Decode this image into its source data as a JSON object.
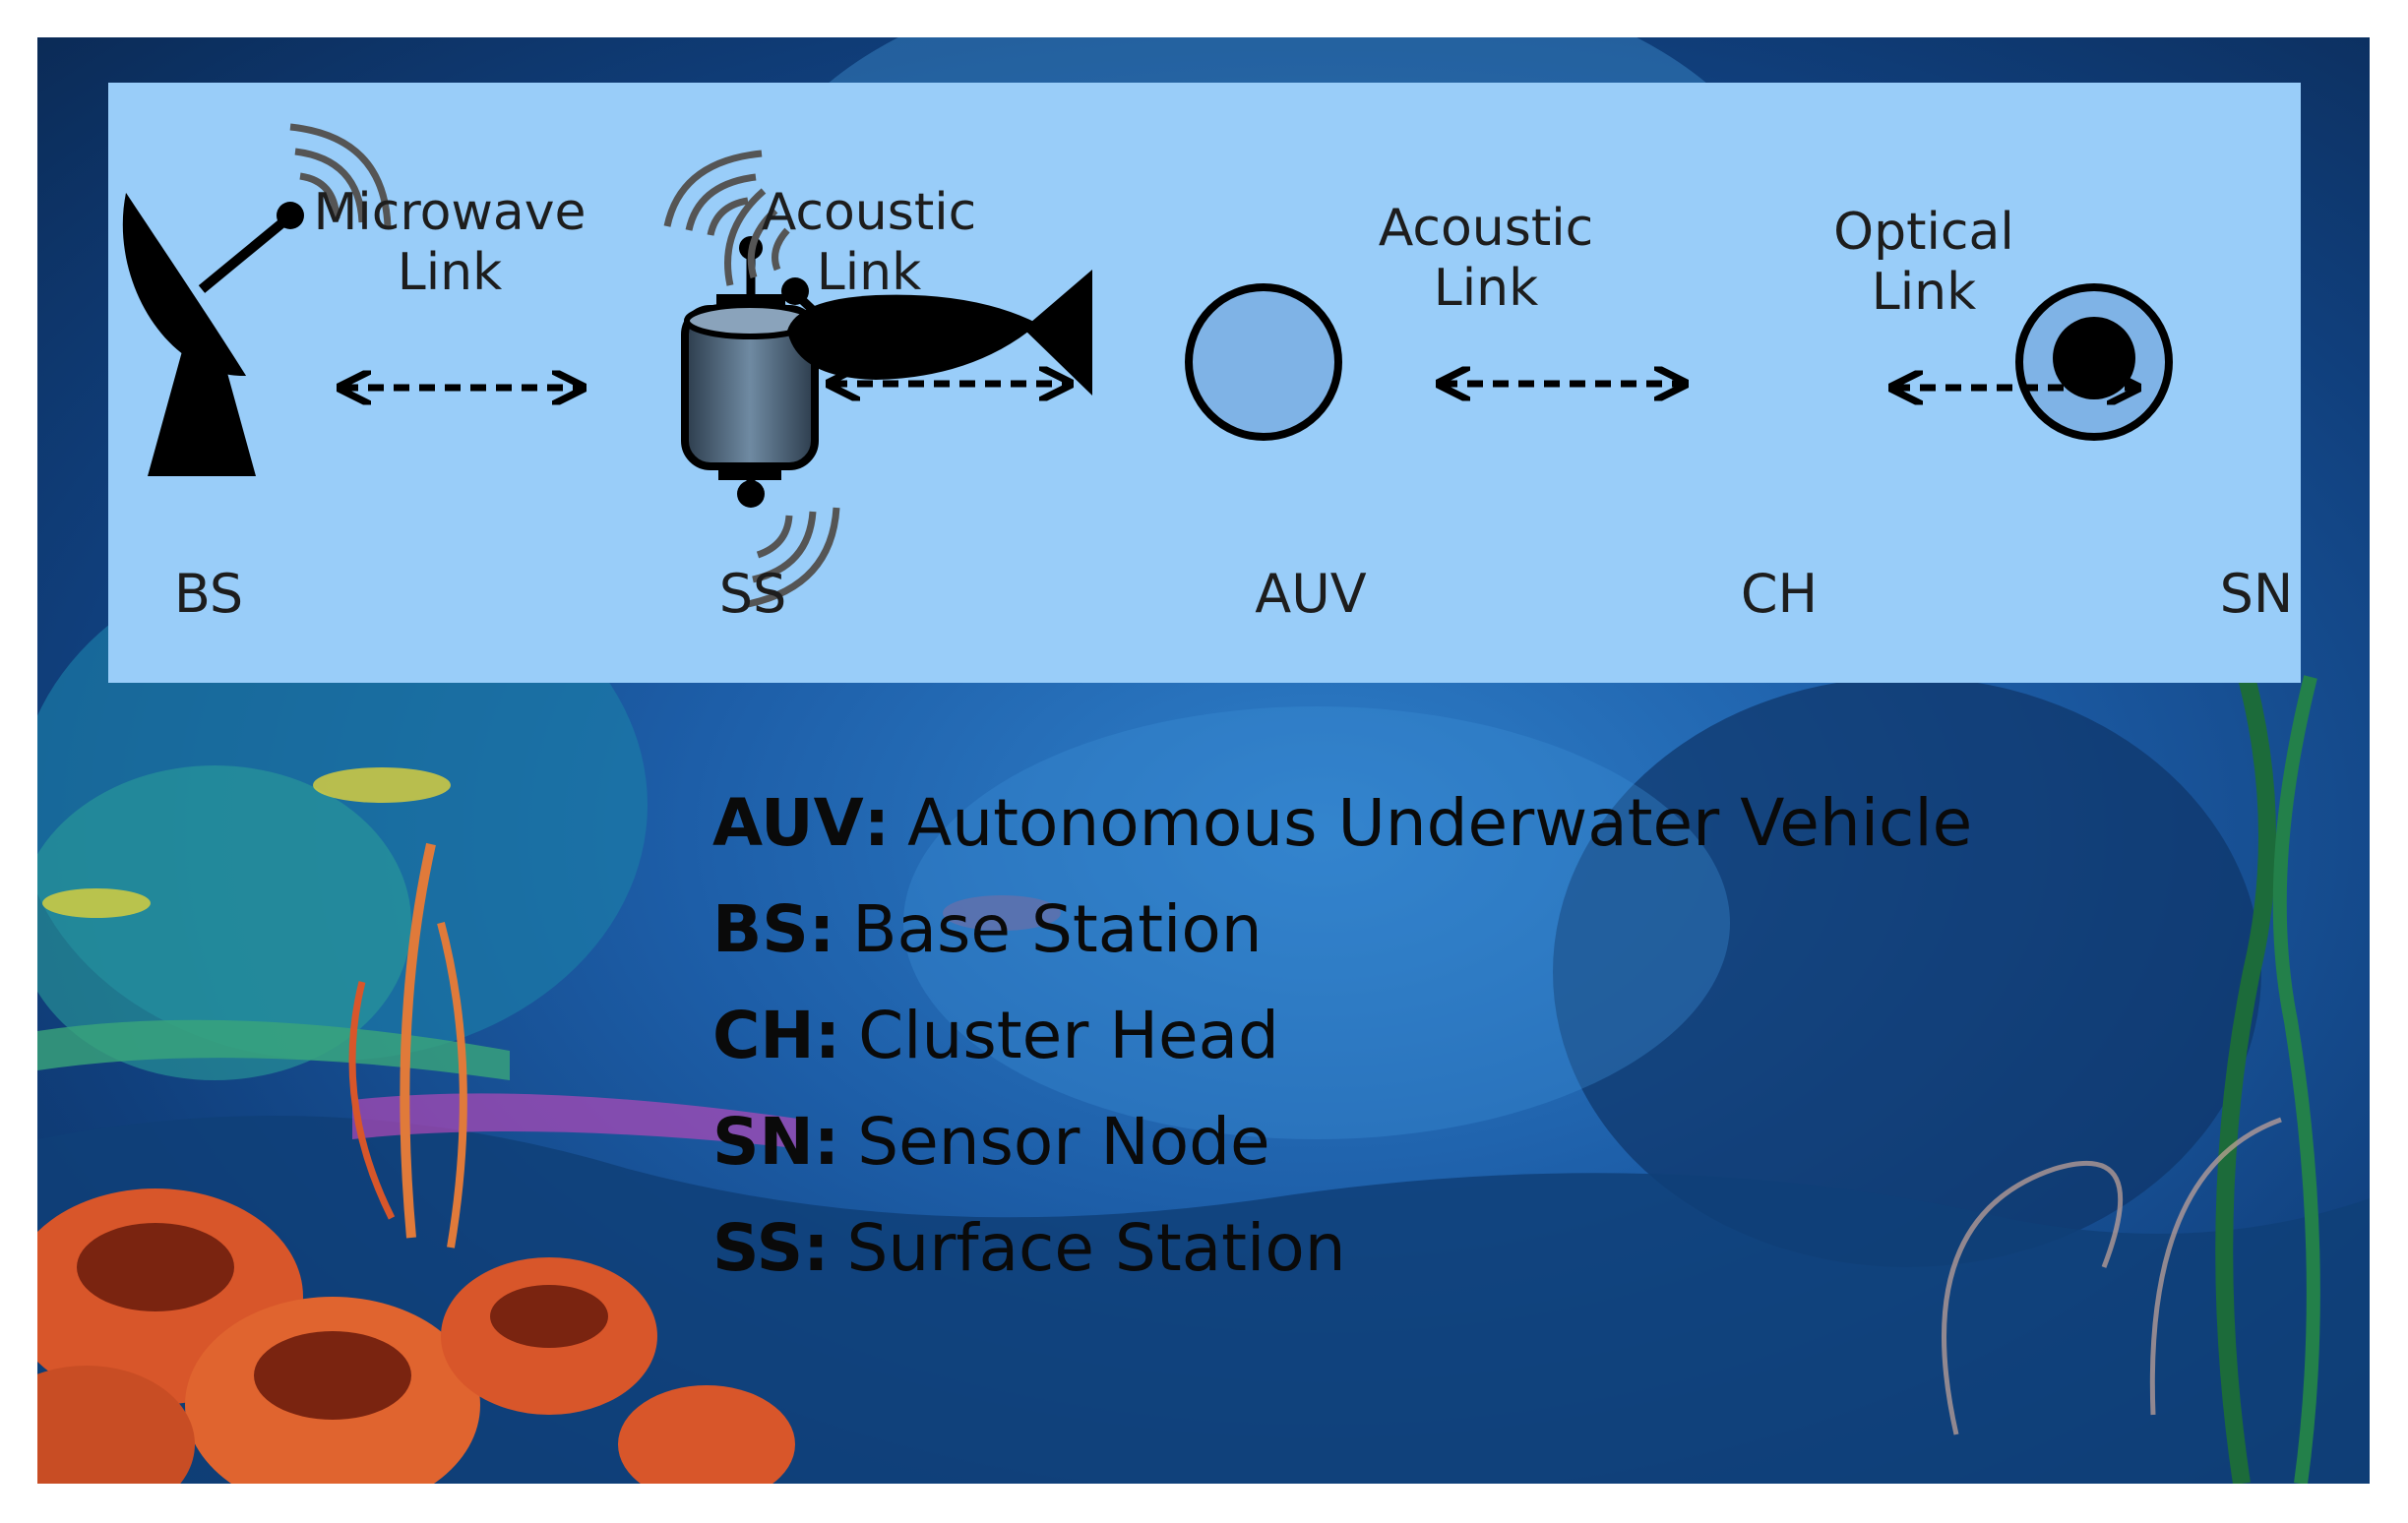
{
  "nodes": [
    {
      "id": "bs",
      "label": "BS"
    },
    {
      "id": "ss",
      "label": "SS"
    },
    {
      "id": "auv",
      "label": "AUV"
    },
    {
      "id": "ch",
      "label": "CH"
    },
    {
      "id": "sn",
      "label": "SN"
    }
  ],
  "links": [
    {
      "from": "BS",
      "to": "SS",
      "line1": "Microwave",
      "line2": "Link"
    },
    {
      "from": "SS",
      "to": "AUV",
      "line1": "Acoustic",
      "line2": "Link"
    },
    {
      "from": "AUV",
      "to": "CH",
      "line1": "Acoustic",
      "line2": "Link"
    },
    {
      "from": "CH",
      "to": "SN",
      "line1": "Optical",
      "line2": "Link"
    }
  ],
  "legend": [
    {
      "key": "AUV",
      "desc": "Autonomous Underwater Vehicle"
    },
    {
      "key": "BS",
      "desc": "Base Station"
    },
    {
      "key": "CH",
      "desc": "Cluster Head"
    },
    {
      "key": "SN",
      "desc": "Sensor Node"
    },
    {
      "key": "SS",
      "desc": "Surface Station"
    }
  ],
  "colors": {
    "panel": "#99cdf9",
    "node_fill": "#7fb3e6",
    "icon": "#000000",
    "water_light": "#2f7fc9",
    "water_dark": "#0b2b57",
    "coral": "#d8562a"
  },
  "icons": [
    "satellite-dish-icon",
    "buoy-icon",
    "auv-icon",
    "cluster-head-icon",
    "sensor-node-icon",
    "signal-wave-icon"
  ]
}
